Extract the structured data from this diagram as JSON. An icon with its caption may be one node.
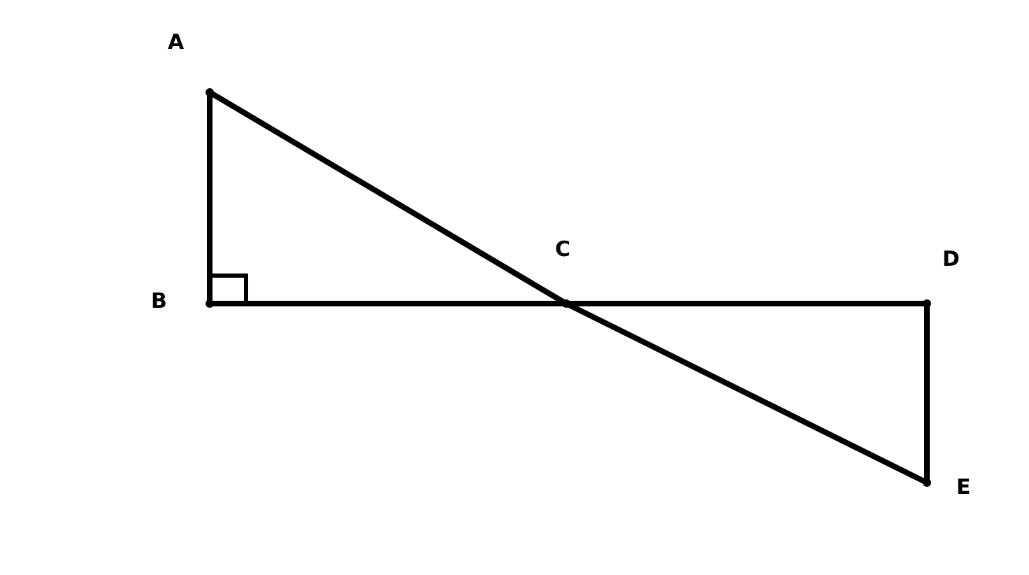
{
  "diagram": {
    "nodes": [
      {
        "text": [],
        "shape": "point",
        "beside": [
          "A"
        ]
      },
      {
        "text": [],
        "shape": "point",
        "beside": [
          "B"
        ]
      },
      {
        "text": [],
        "shape": "point",
        "beside": [
          "C"
        ]
      },
      {
        "text": [],
        "shape": "point",
        "beside": [
          "D"
        ]
      },
      {
        "text": [],
        "shape": "point",
        "beside": [
          "E"
        ]
      }
    ],
    "edges": [
      {
        "from": 0,
        "to": 1,
        "arrow": "none"
      },
      {
        "from": 1,
        "to": 2,
        "arrow": "none"
      },
      {
        "from": 2,
        "to": 3,
        "arrow": "none"
      },
      {
        "from": 3,
        "to": 4,
        "arrow": "none"
      },
      {
        "from": 0,
        "to": 2,
        "arrow": "none"
      },
      {
        "from": 2,
        "to": 4,
        "arrow": "none"
      }
    ]
  }
}
